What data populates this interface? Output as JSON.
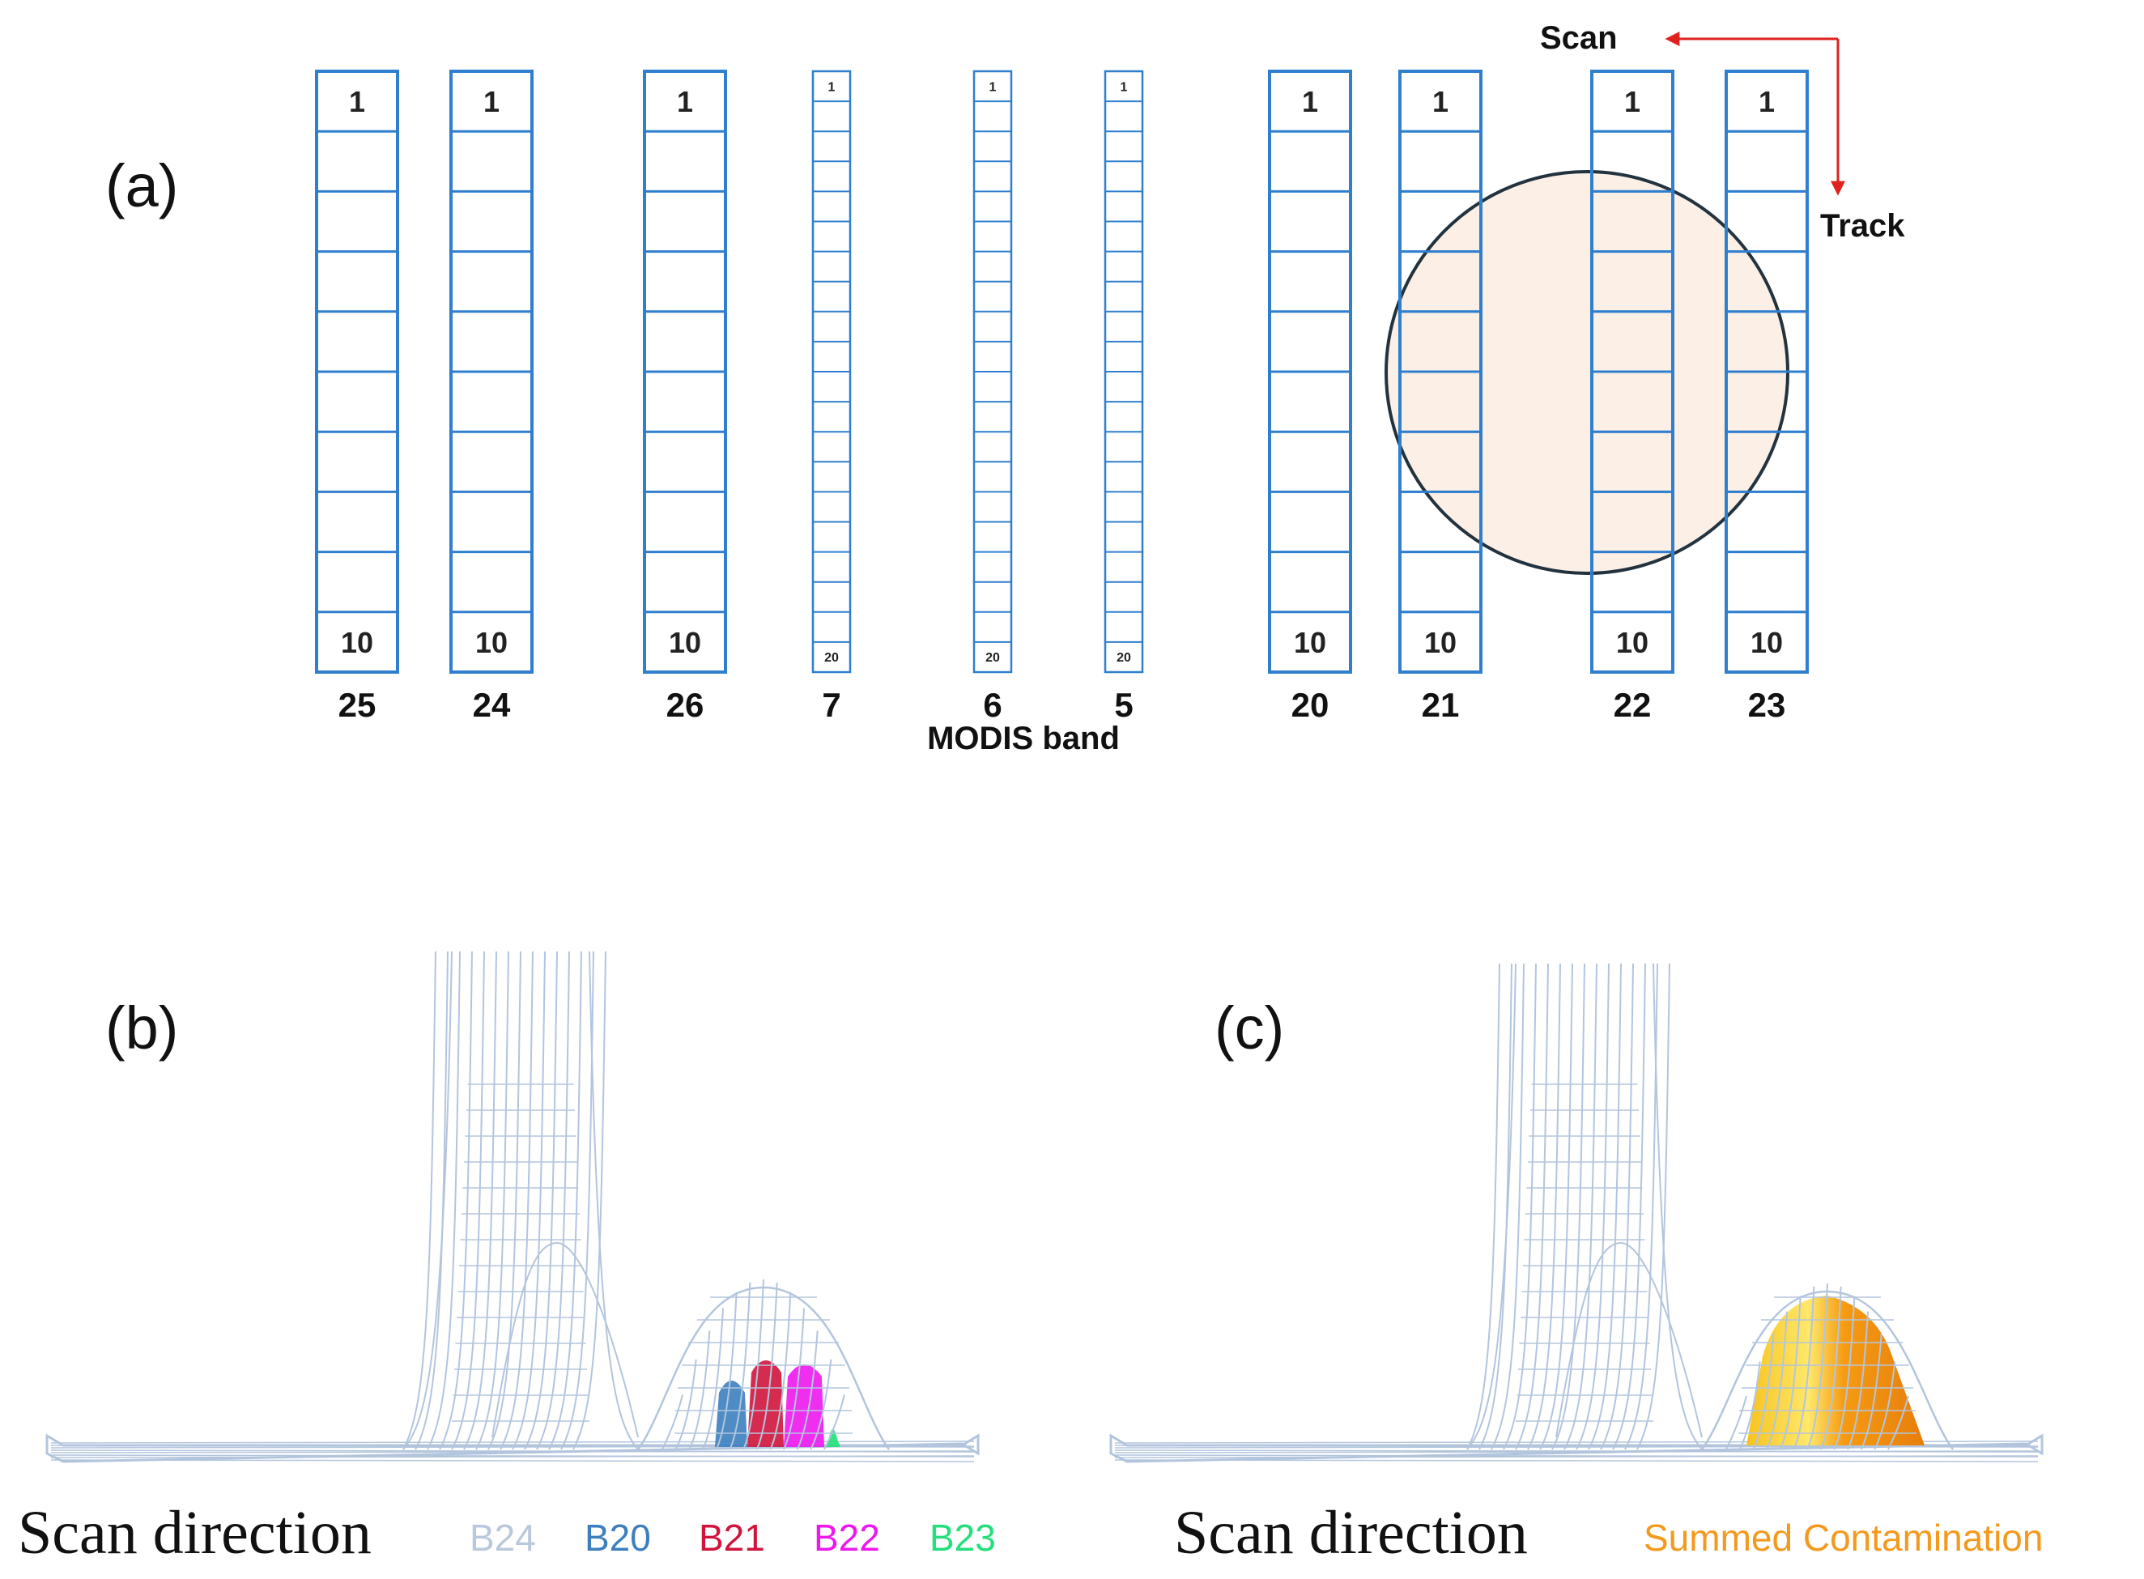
{
  "panel_a": {
    "label": "(a)",
    "xlabel": "MODIS band",
    "scan_label": "Scan",
    "track_label": "Track",
    "bands": [
      {
        "band": "25",
        "kind": "wide",
        "first": "1",
        "last": "10"
      },
      {
        "band": "24",
        "kind": "wide",
        "first": "1",
        "last": "10"
      },
      {
        "band": "26",
        "kind": "wide",
        "first": "1",
        "last": "10"
      },
      {
        "band": "7",
        "kind": "narrow",
        "first": "1",
        "last": "20"
      },
      {
        "band": "6",
        "kind": "narrow",
        "first": "1",
        "last": "20"
      },
      {
        "band": "5",
        "kind": "narrow",
        "first": "1",
        "last": "20"
      },
      {
        "band": "20",
        "kind": "wide",
        "first": "1",
        "last": "10"
      },
      {
        "band": "21",
        "kind": "wide",
        "first": "1",
        "last": "10"
      },
      {
        "band": "22",
        "kind": "wide",
        "first": "1",
        "last": "10"
      },
      {
        "band": "23",
        "kind": "wide",
        "first": "1",
        "last": "10"
      }
    ],
    "colors": {
      "detector": "#2f7fce",
      "arrow": "#e0221f",
      "circle_fill": "#fcefe6",
      "circle_stroke": "#22333f"
    }
  },
  "panel_b": {
    "label": "(b)",
    "caption": "Scan direction",
    "legend": [
      {
        "name": "B24",
        "color": "#b9c8dc"
      },
      {
        "name": "B20",
        "color": "#3c7fbf"
      },
      {
        "name": "B21",
        "color": "#d0143c"
      },
      {
        "name": "B22",
        "color": "#ee17ee"
      },
      {
        "name": "B23",
        "color": "#22e07a"
      }
    ]
  },
  "panel_c": {
    "label": "(c)",
    "caption": "Scan direction",
    "legend": [
      {
        "name": "Summed Contamination",
        "color": "#f39a1e"
      }
    ]
  },
  "colors": {
    "mesh": "#b3c5dd"
  }
}
